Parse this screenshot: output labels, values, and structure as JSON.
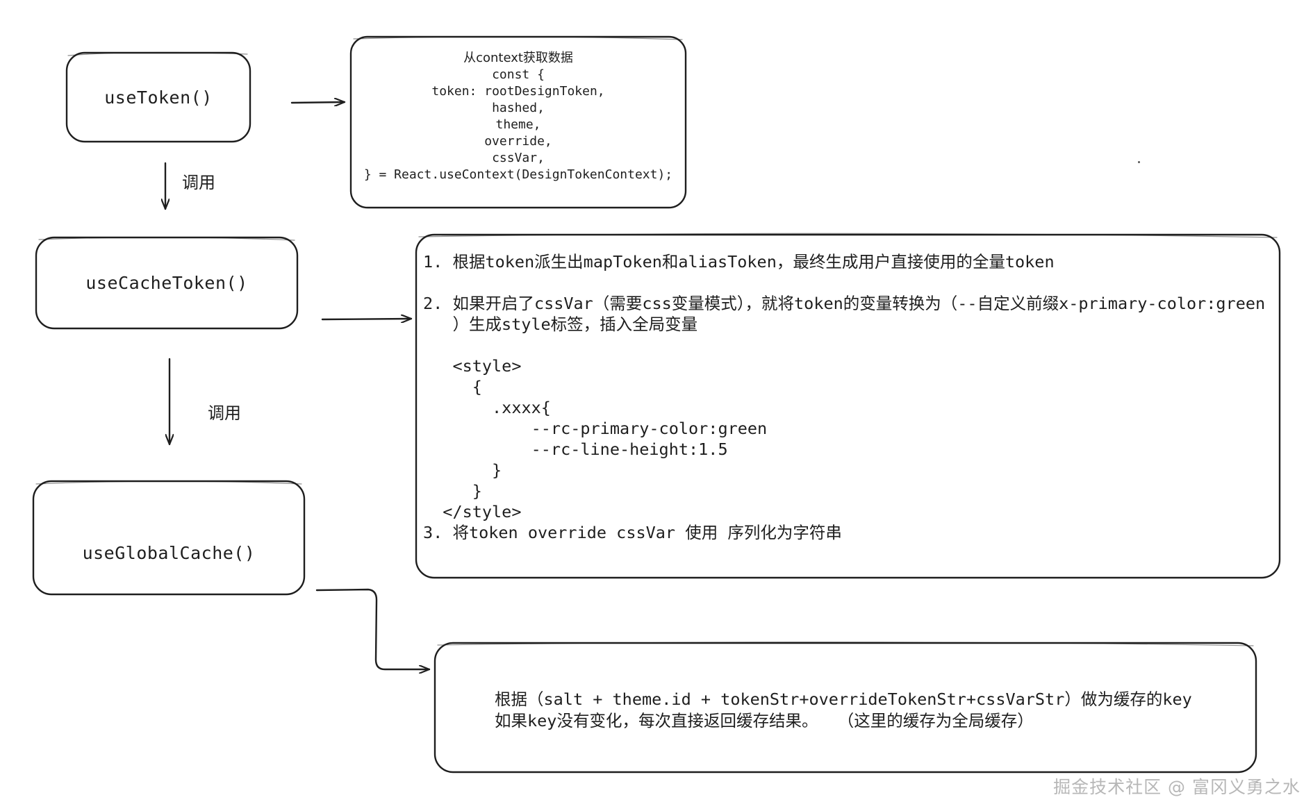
{
  "nodes": {
    "use_token": "useToken()",
    "use_cache_token": "useCacheToken()",
    "use_global_cache": "useGlobalCache()"
  },
  "edges": {
    "call_label_1": "调用",
    "call_label_2": "调用"
  },
  "context_box": {
    "lines": [
      "从context获取数据",
      "const {",
      "token: rootDesignToken,",
      "hashed,",
      "theme,",
      "override,",
      "cssVar,",
      "} = React.useContext(DesignTokenContext);"
    ]
  },
  "cache_token_box": {
    "step1": "1. 根据token派生出mapToken和aliasToken，最终生成用户直接使用的全量token",
    "step2_line1": "2. 如果开启了cssVar（需要css变量模式），就将token的变量转换为（--自定义前缀x-primary-color:green",
    "step2_line2": "   ）生成style标签，插入全局变量",
    "code_lines": [
      "   <style>",
      "     {",
      "       .xxxx{",
      "           --rc-primary-color:green",
      "           --rc-line-height:1.5",
      "       }",
      "     }",
      "  </style>"
    ],
    "step3": "3. 将token override cssVar 使用 序列化为字符串"
  },
  "global_cache_box": {
    "line1": "根据（salt + theme.id + tokenStr+overrideTokenStr+cssVarStr）做为缓存的key",
    "line2": "如果key没有变化，每次直接返回缓存结果。  （这里的缓存为全局缓存）"
  },
  "watermark": "掘金技术社区 @ 富冈义勇之水"
}
